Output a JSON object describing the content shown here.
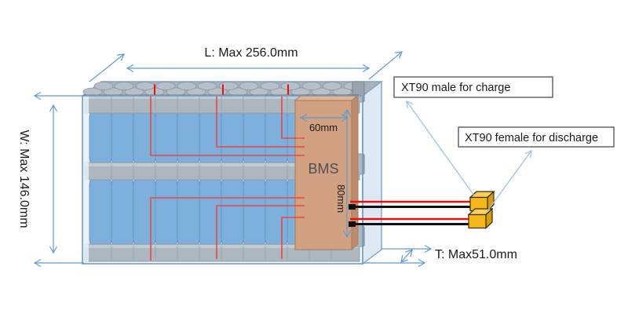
{
  "labels": {
    "length": "L: Max 256.0mm",
    "width": "W: Max 146.0mm",
    "thickness": "T: Max51.0mm",
    "bms": "BMS",
    "bms_width": "60mm",
    "bms_height": "80mm"
  },
  "callouts": {
    "charge": "XT90 male for charge",
    "discharge": "XT90 female for discharge"
  },
  "battery": {
    "cell_rows": 2,
    "cells_per_row": 12
  },
  "colors": {
    "cell_blue": "#5b9bd5",
    "case_blue": "#d4e2f0",
    "holder_gray": "#9aa4ae",
    "bms_orange": "#cd875b",
    "bms_orange_top": "#e0a077",
    "bms_orange_side": "#b06b40",
    "connector_yellow": "#f5b91c",
    "connector_yellow_top": "#fbcf56",
    "connector_yellow_side": "#d89b10",
    "wire_red": "#e8120c",
    "wire_black": "#101010",
    "dimension_blue": "#5f9ad0",
    "leader_blue": "#9cc3e6",
    "text_dark": "#1a1a1a"
  }
}
